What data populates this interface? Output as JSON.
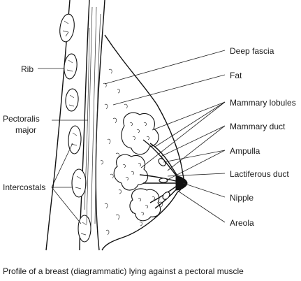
{
  "labels": {
    "deep_fascia": "Deep fascia",
    "fat": "Fat",
    "mammary_lobules": "Mammary lobules",
    "mammary_duct": "Mammary duct",
    "ampulla": "Ampulla",
    "lactiferous_duct": "Lactiferous duct",
    "nipple": "Nipple",
    "areola": "Areola",
    "rib": "Rib",
    "pectoralis_line1": "Pectoralis",
    "pectoralis_line2": "major",
    "intercostals": "Intercostals"
  },
  "caption": "Profile of a breast (diagrammatic) lying against a pectoral muscle"
}
